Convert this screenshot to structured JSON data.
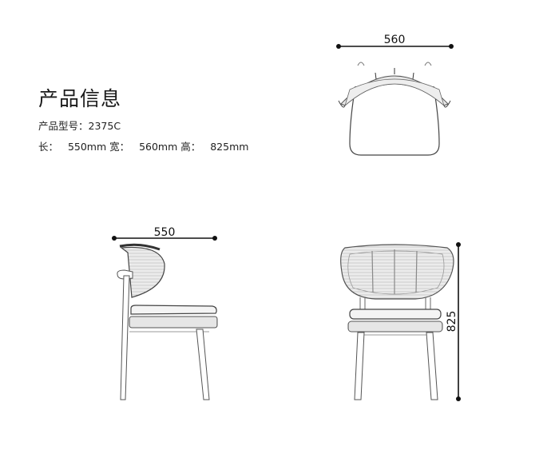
{
  "product": {
    "heading": "产品信息",
    "model_label": "产品型号：",
    "model_value": "2375C",
    "length_label": "长：",
    "length_value": "550mm",
    "width_label": "宽：",
    "width_value": "560mm",
    "height_label": "高：",
    "height_value": "825mm"
  },
  "views": {
    "top": {
      "name": "top-view",
      "dimension_label": "560"
    },
    "side": {
      "name": "side-view",
      "dimension_label": "550"
    },
    "front": {
      "name": "front-view",
      "dimension_label": "825"
    }
  },
  "colors": {
    "line": "#111111",
    "drawing": "#555555",
    "weave": "#888888",
    "background": "#ffffff"
  }
}
